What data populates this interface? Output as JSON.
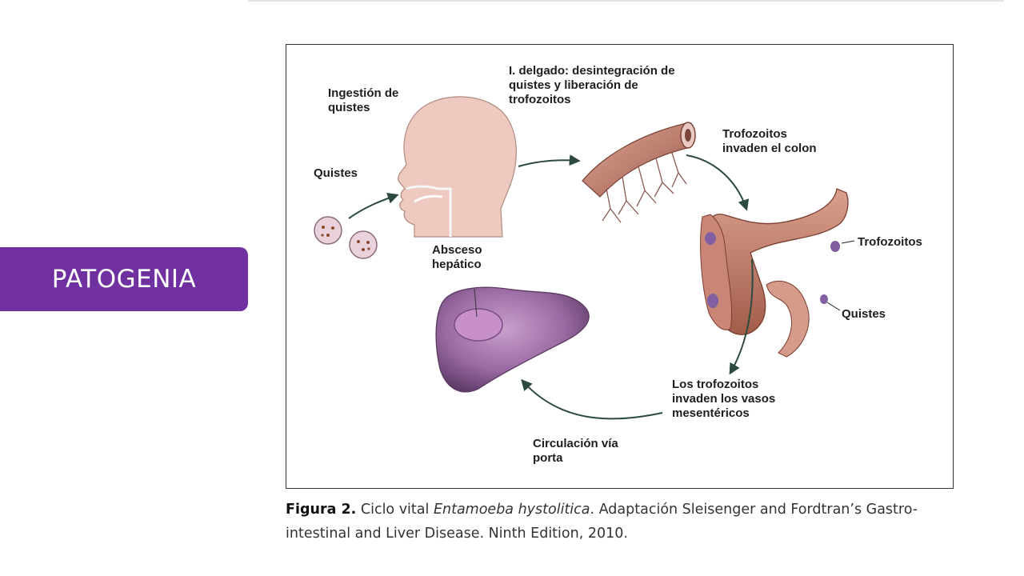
{
  "slide": {
    "section_label": "PATOGENIA",
    "accent_color": "#7030a0"
  },
  "diagram": {
    "labels": {
      "ingestion": "Ingestión de\nquistes",
      "quistes_left": "Quistes",
      "intestino": "I. delgado: desintegración de\nquistes y liberación de\ntrofozoitos",
      "invaden_colon": "Trofozoitos\ninvaden el colon",
      "trofozoitos": "Trofozoitos",
      "quistes_right": "Quistes",
      "vasos": "Los trofozoitos\ninvaden los vasos\nmesentéricos",
      "circulacion": "Circulación vía\nporta",
      "absceso": "Absceso\nhepático"
    }
  },
  "caption": {
    "label": "Figura 2.",
    "text_before": " Ciclo vital ",
    "species": "Entamoeba hystolitica",
    "text_after": ". Adaptación Sleisenger and Fordtran’s Gastro-intestinal and Liver Disease. Ninth Edition, 2010."
  }
}
